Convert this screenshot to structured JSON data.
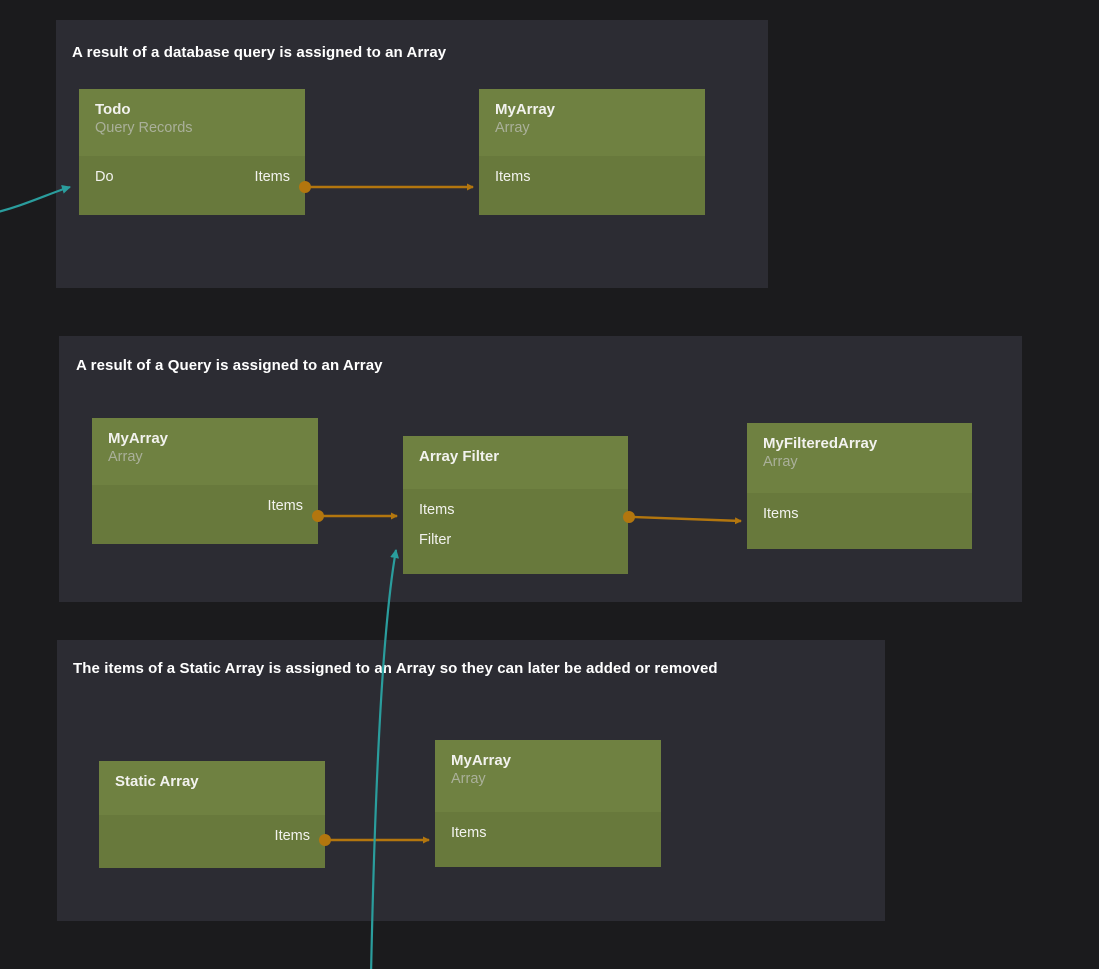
{
  "canvas": {
    "background_color": "#1b1b1d",
    "panel_color": "#2c2c33",
    "node_header_color": "#6f8141",
    "node_body_color": "#68793c",
    "wire_color": "#b3760e",
    "external_wire_color": "#2a9d9d"
  },
  "panels": [
    {
      "id": "panel-database-query",
      "title": "A result of a database query is assigned to an Array",
      "nodes": [
        {
          "id": "node-todo",
          "title": "Todo",
          "subtitle": "Query Records",
          "inputs": [
            "Do"
          ],
          "outputs": [
            "Items"
          ]
        },
        {
          "id": "node-myarray-1",
          "title": "MyArray",
          "subtitle": "Array",
          "inputs": [
            "Items"
          ],
          "outputs": []
        }
      ]
    },
    {
      "id": "panel-query-result",
      "title": "A result of a Query is assigned to an Array",
      "nodes": [
        {
          "id": "node-myarray-2",
          "title": "MyArray",
          "subtitle": "Array",
          "inputs": [],
          "outputs": [
            "Items"
          ]
        },
        {
          "id": "node-array-filter",
          "title": "Array Filter",
          "subtitle": "",
          "inputs": [
            "Items",
            "Filter"
          ],
          "outputs": [
            "Items"
          ]
        },
        {
          "id": "node-myfilteredarray",
          "title": "MyFilteredArray",
          "subtitle": "Array",
          "inputs": [
            "Items"
          ],
          "outputs": []
        }
      ]
    },
    {
      "id": "panel-static-array",
      "title": "The items of a Static Array is assigned to an Array so they can later be added or removed",
      "nodes": [
        {
          "id": "node-static-array",
          "title": "Static Array",
          "subtitle": "",
          "inputs": [],
          "outputs": [
            "Items"
          ]
        },
        {
          "id": "node-myarray-3",
          "title": "MyArray",
          "subtitle": "Array",
          "inputs": [
            "Items"
          ],
          "outputs": []
        }
      ]
    }
  ],
  "connections": [
    {
      "id": "wire-todo-items-to-myarray-items",
      "from": "Todo.Items",
      "to": "MyArray.Items",
      "color": "#b3760e"
    },
    {
      "id": "wire-myarray-items-to-filter-items",
      "from": "MyArray.Items",
      "to": "Array Filter.Items",
      "color": "#b3760e"
    },
    {
      "id": "wire-filter-items-to-myfilteredarray-items",
      "from": "Array Filter.Items",
      "to": "MyFilteredArray.Items",
      "color": "#b3760e"
    },
    {
      "id": "wire-staticarray-items-to-myarray-items",
      "from": "Static Array.Items",
      "to": "MyArray.Items",
      "color": "#b3760e"
    },
    {
      "id": "wire-external-to-todo-do",
      "from": "offscreen-left",
      "to": "Todo.Do",
      "color": "#2a9d9d"
    },
    {
      "id": "wire-external-to-filter-filter",
      "from": "offscreen-bottom",
      "to": "Array Filter.Filter",
      "color": "#2a9d9d"
    }
  ]
}
